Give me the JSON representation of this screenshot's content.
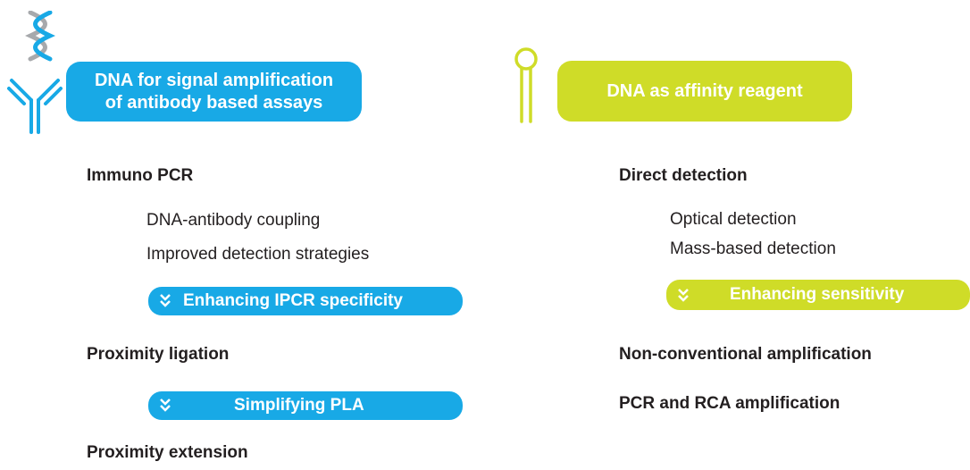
{
  "left": {
    "header": "DNA for signal amplification of antibody based assays",
    "header_line1": "DNA for signal amplification",
    "header_line2": "of antibody based assays",
    "sections": [
      {
        "title": "Immuno PCR",
        "items": [
          "DNA-antibody coupling",
          "Improved detection strategies"
        ],
        "highlight": "Enhancing IPCR specificity"
      },
      {
        "title": "Proximity ligation",
        "highlight": "Simplifying PLA"
      },
      {
        "title": "Proximity extension"
      }
    ]
  },
  "right": {
    "header": "DNA as affinity reagent",
    "sections": [
      {
        "title": "Direct detection",
        "items": [
          "Optical detection",
          "Mass-based detection"
        ],
        "highlight": "Enhancing sensitivity"
      },
      {
        "title": "Non-conventional amplification"
      },
      {
        "title": "PCR and RCA amplification"
      }
    ]
  },
  "colors": {
    "blue": "#18a9e6",
    "green": "#cfdc28",
    "gray": "#a7a9ac",
    "text": "#231f20"
  },
  "icons": [
    "dna-helix-icon",
    "antibody-icon",
    "aptamer-hairpin-icon",
    "chevron-down-double-icon"
  ]
}
